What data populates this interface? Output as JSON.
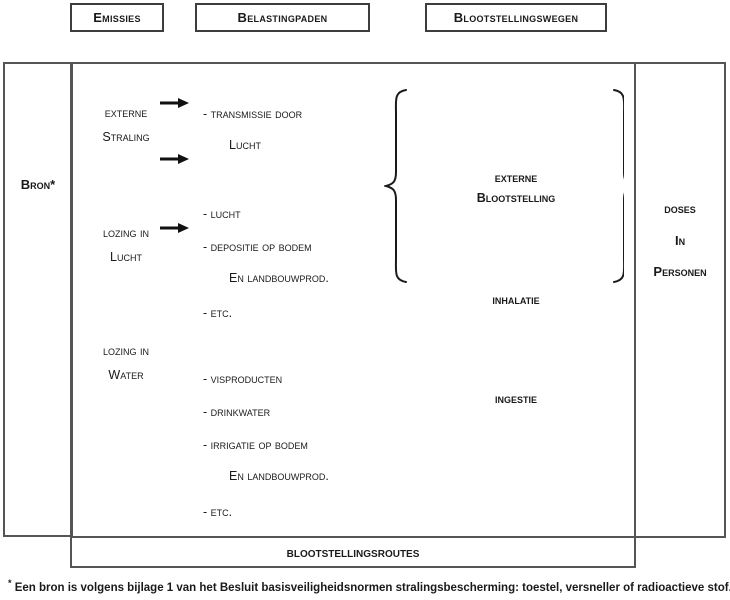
{
  "headers": [
    {
      "id": "emissies",
      "label": "Emissies"
    },
    {
      "id": "belastingpaden",
      "label": "Belastingpaden"
    },
    {
      "id": "blootwegen",
      "label": "Blootstellingswegen"
    }
  ],
  "source_box": {
    "label": "Bron*"
  },
  "doses_box": {
    "line1": "Doses",
    "line2": "in",
    "line3": "Personen"
  },
  "emissions": [
    {
      "id": "externe-straling",
      "line1": "Externe",
      "line2": "Straling"
    },
    {
      "id": "lozing-lucht",
      "line1": "Lozing in",
      "line2": "Lucht"
    },
    {
      "id": "lozing-water",
      "line1": "Lozing in",
      "line2": "Water"
    }
  ],
  "arrows": [
    {
      "id": "arrow-1",
      "name": "arrow-externe-straling"
    },
    {
      "id": "arrow-2",
      "name": "arrow-externe-straling-2"
    },
    {
      "id": "arrow-3",
      "name": "arrow-lozing-lucht"
    }
  ],
  "pathways": [
    {
      "id": "transmissie",
      "text": "- Transmissie door",
      "cont": "Lucht"
    },
    {
      "id": "lucht",
      "text": "- Lucht",
      "cont": ""
    },
    {
      "id": "depositie",
      "text": "- Depositie op Bodem",
      "cont": "en Landbouwprod."
    },
    {
      "id": "etc-1",
      "text": "- etc.",
      "cont": ""
    },
    {
      "id": "visproducten",
      "text": "- Visproducten",
      "cont": ""
    },
    {
      "id": "drinkwater",
      "text": "- Drinkwater",
      "cont": ""
    },
    {
      "id": "irrigatie",
      "text": "- Irrigatie op Bodem",
      "cont": "en Landbouwprod."
    },
    {
      "id": "etc-2",
      "text": "- etc.",
      "cont": ""
    }
  ],
  "exposure_routes": [
    {
      "id": "externe-blootstelling",
      "line1": "Externe",
      "line2": "blootstelling"
    },
    {
      "id": "inhalatie",
      "line1": "Inhalatie",
      "line2": ""
    },
    {
      "id": "ingestie",
      "line1": "Ingestie",
      "line2": ""
    }
  ],
  "routes_bar": {
    "label": "Blootstellingsroutes"
  },
  "footnote": {
    "marker": "*",
    "text": " Een bron is volgens bijlage 1 van het Besluit basisveiligheidsnormen stralingsbescherming: toestel, versneller of radioactieve stof."
  },
  "colors": {
    "ink": "#1a1a1a",
    "line": "#555555",
    "border_dark": "#3d3d3d",
    "background": "#ffffff"
  }
}
